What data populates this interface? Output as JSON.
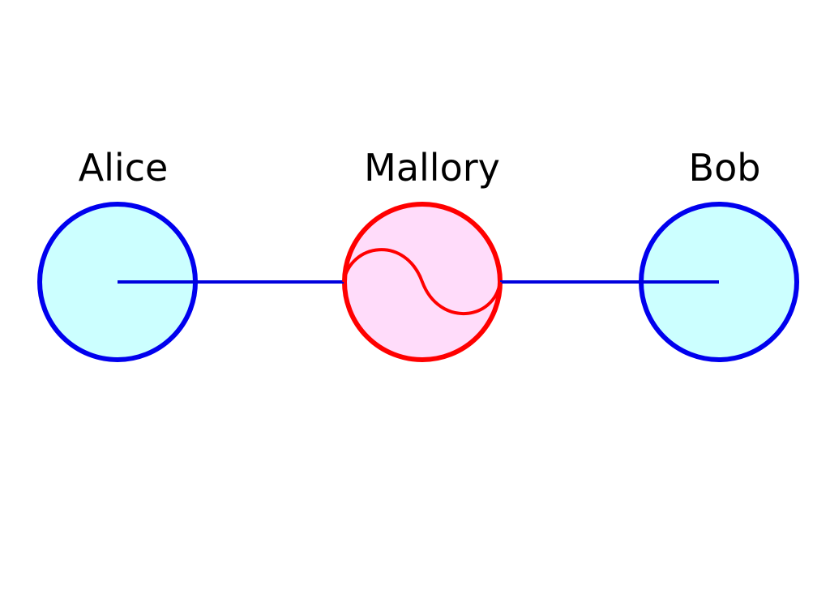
{
  "nodes": {
    "alice": {
      "label": "Alice",
      "role": "endpoint"
    },
    "mallory": {
      "label": "Mallory",
      "role": "interceptor"
    },
    "bob": {
      "label": "Bob",
      "role": "endpoint"
    }
  },
  "colors": {
    "endpoint_stroke": "#0000ee",
    "endpoint_fill": "#ccffff",
    "interceptor_stroke": "#ff0000",
    "interceptor_fill": "#ffdcfa",
    "link": "#0000dd"
  },
  "links": [
    {
      "from": "alice",
      "to": "mallory"
    },
    {
      "from": "mallory",
      "to": "bob"
    }
  ]
}
